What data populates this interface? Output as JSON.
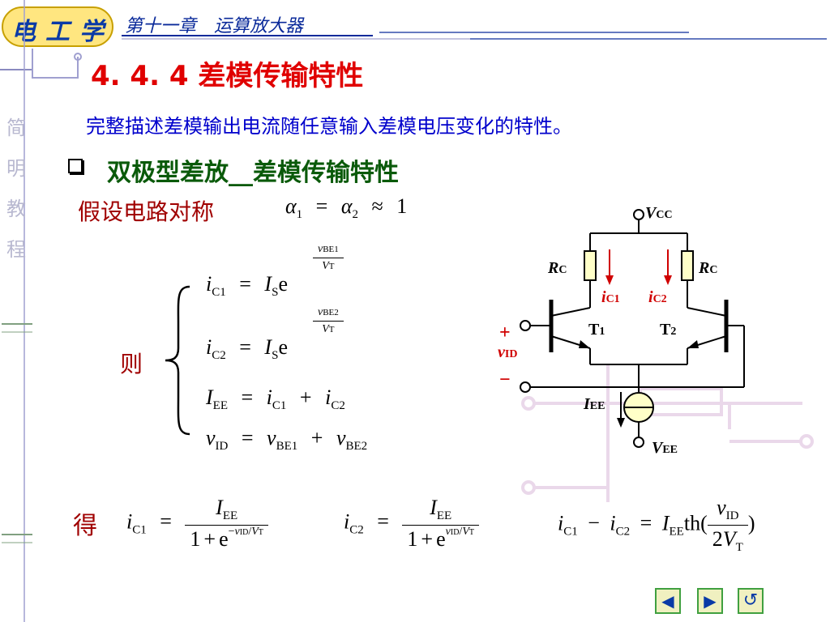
{
  "header": {
    "badge_chars": [
      "电",
      "工",
      "学"
    ],
    "chapter_title": "第十一章　运算放大器"
  },
  "sidebar": {
    "chars": [
      "简",
      "明",
      "教",
      "程"
    ]
  },
  "section": {
    "title": "4. 4. 4  差模传输特性",
    "intro": "完整描述差模输出电流随任意输入差模电压变化的特性。",
    "bullet": "双极型差放__差模传输特性",
    "assume_label": "假设电路对称",
    "then_label": "则",
    "result_label": "得"
  },
  "math": {
    "i": "i",
    "I": "I",
    "v": "v",
    "V": "V",
    "e": "e",
    "th": "th",
    "alpha": "α",
    "sub_c1": "C1",
    "sub_c2": "C2",
    "sub_s": "S",
    "sub_ee": "EE",
    "sub_id": "ID",
    "sub_be1": "BE1",
    "sub_be2": "BE2",
    "sub_t": "T",
    "sub_1": "1",
    "sub_2": "2",
    "eq": "=",
    "approx": "≈",
    "plus": "+",
    "minus": "−",
    "one": "1",
    "two": "2",
    "slash": "/",
    "lparen": "(",
    "rparen": ")",
    "neg": "−"
  },
  "circuit": {
    "vcc": "V",
    "vcc_sub": "CC",
    "rc": "R",
    "rc_sub": "C",
    "ic1": "i",
    "ic1_sub": "C1",
    "ic2": "i",
    "ic2_sub": "C2",
    "t1": "T",
    "t1_sub": "1",
    "t2": "T",
    "t2_sub": "2",
    "plus": "+",
    "minus": "−",
    "vid": "v",
    "vid_sub": "ID",
    "iee": "I",
    "iee_sub": "EE",
    "vee": "V",
    "vee_sub": "EE"
  },
  "nav": {
    "prev_icon": "◀",
    "next_icon": "▶",
    "return_icon": "↺"
  },
  "colors": {
    "title_red": "#e00000",
    "intro_blue": "#0000cc",
    "bullet_green": "#0a5a0a",
    "label_red": "#a00000",
    "badge_blue": "#0a3aa6"
  }
}
